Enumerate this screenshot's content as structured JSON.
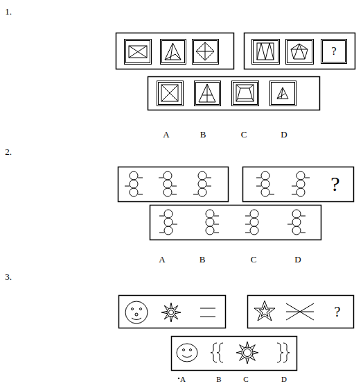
{
  "diagram": {
    "nodes": [
      {
        "text": [
          "?"
        ]
      }
    ],
    "labels": [
      "1.",
      "A",
      "B",
      "C",
      "D",
      "2.",
      "?",
      "A",
      "B",
      "C",
      "D",
      "3.",
      "?",
      "A",
      "B",
      "C",
      "D"
    ]
  }
}
